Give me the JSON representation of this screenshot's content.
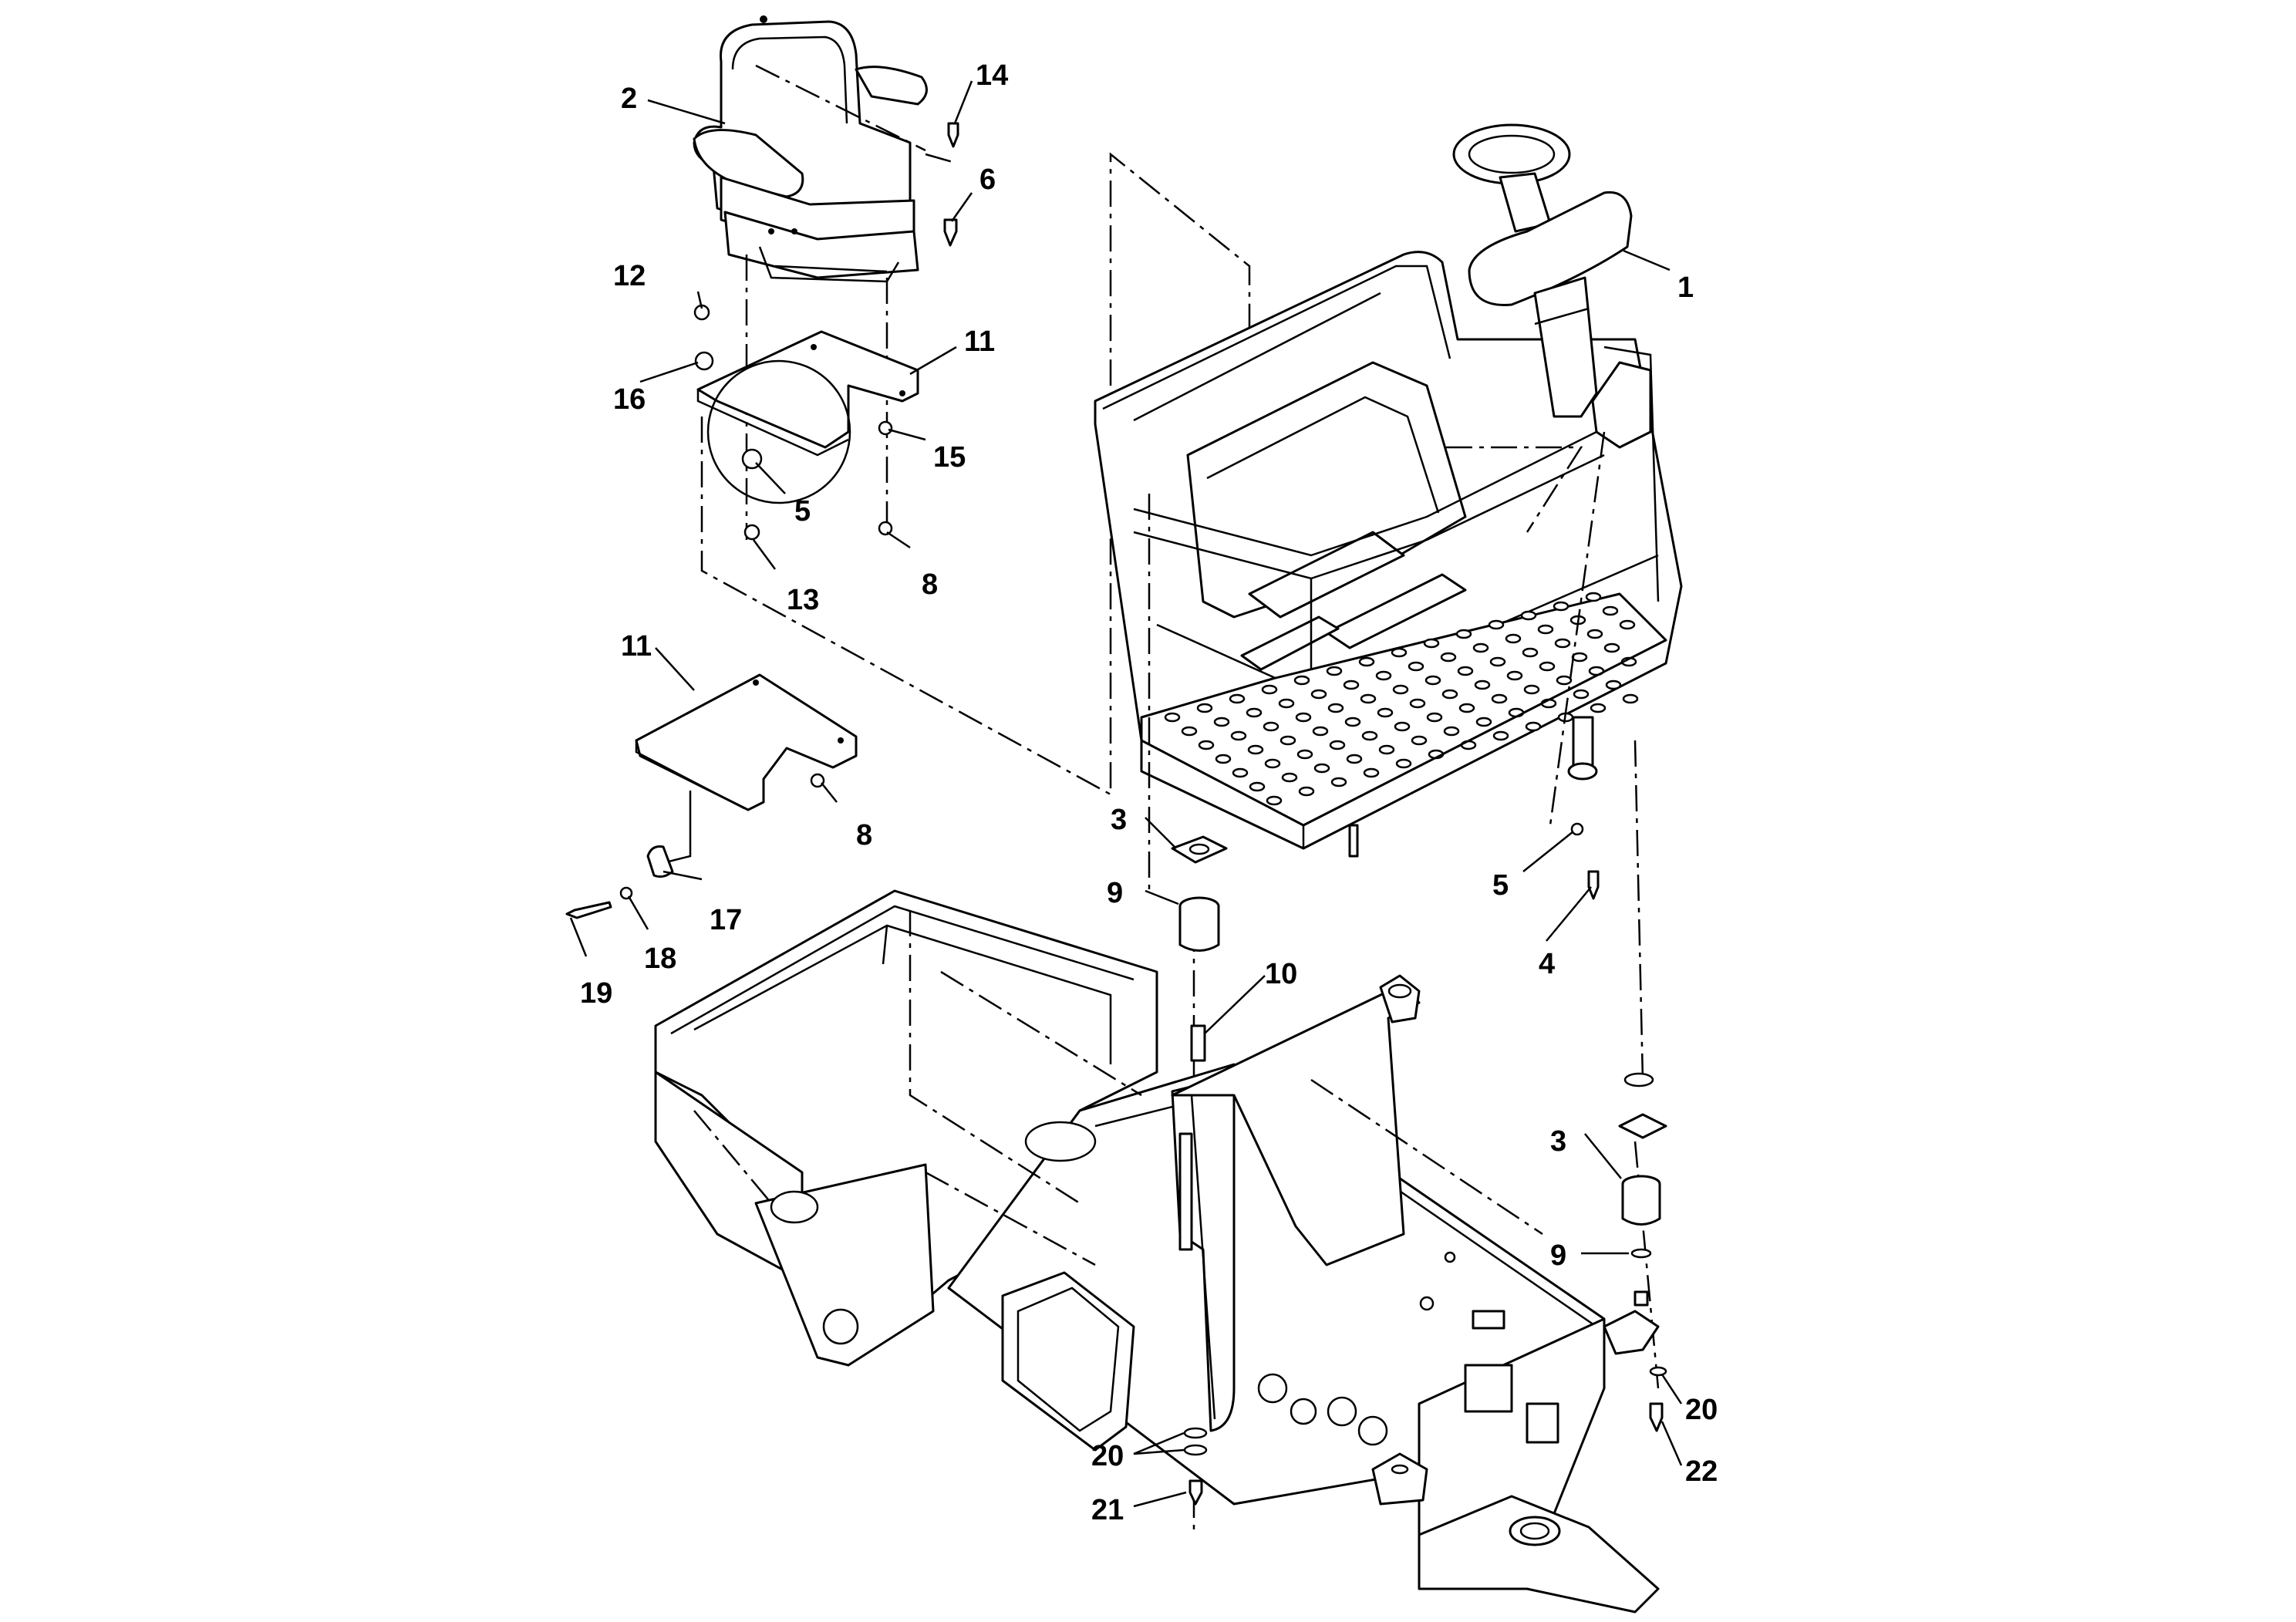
{
  "diagram": {
    "callouts": [
      {
        "id": "c1",
        "text": "1"
      },
      {
        "id": "c2",
        "text": "2"
      },
      {
        "id": "c3a",
        "text": "3"
      },
      {
        "id": "c3b",
        "text": "3"
      },
      {
        "id": "c4",
        "text": "4"
      },
      {
        "id": "c5a",
        "text": "5"
      },
      {
        "id": "c5b",
        "text": "5"
      },
      {
        "id": "c6",
        "text": "6"
      },
      {
        "id": "c8a",
        "text": "8"
      },
      {
        "id": "c8b",
        "text": "8"
      },
      {
        "id": "c9a",
        "text": "9"
      },
      {
        "id": "c9b",
        "text": "9"
      },
      {
        "id": "c10",
        "text": "10"
      },
      {
        "id": "c11a",
        "text": "11"
      },
      {
        "id": "c11b",
        "text": "11"
      },
      {
        "id": "c12",
        "text": "12"
      },
      {
        "id": "c13",
        "text": "13"
      },
      {
        "id": "c14",
        "text": "14"
      },
      {
        "id": "c15",
        "text": "15"
      },
      {
        "id": "c16",
        "text": "16"
      },
      {
        "id": "c17",
        "text": "17"
      },
      {
        "id": "c18",
        "text": "18"
      },
      {
        "id": "c19",
        "text": "19"
      },
      {
        "id": "c20a",
        "text": "20"
      },
      {
        "id": "c20b",
        "text": "20"
      },
      {
        "id": "c21",
        "text": "21"
      },
      {
        "id": "c22",
        "text": "22"
      }
    ]
  }
}
